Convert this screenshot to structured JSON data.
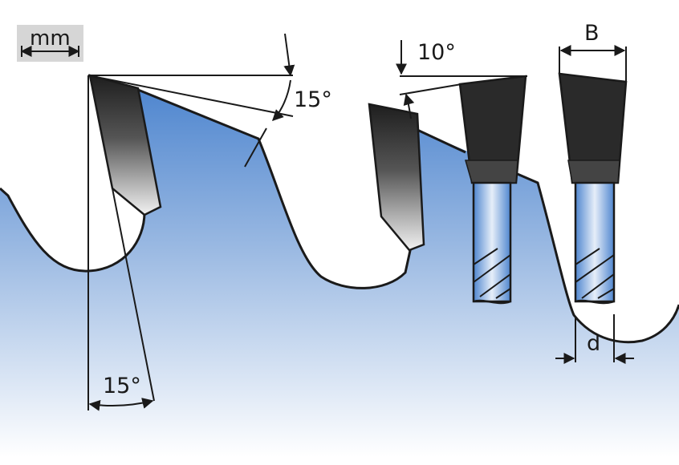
{
  "unit_label": "mm",
  "labels": {
    "clearance_angle": "15°",
    "hook_angle": "15°",
    "bevel_angle": "10°",
    "kerf_width": "B",
    "plate_thickness": "d"
  },
  "colors": {
    "blade_top": "#4f86cf",
    "blade_bottom": "#ffffff",
    "line": "#1a1a1a",
    "unit_box": "#d6d6d6"
  }
}
